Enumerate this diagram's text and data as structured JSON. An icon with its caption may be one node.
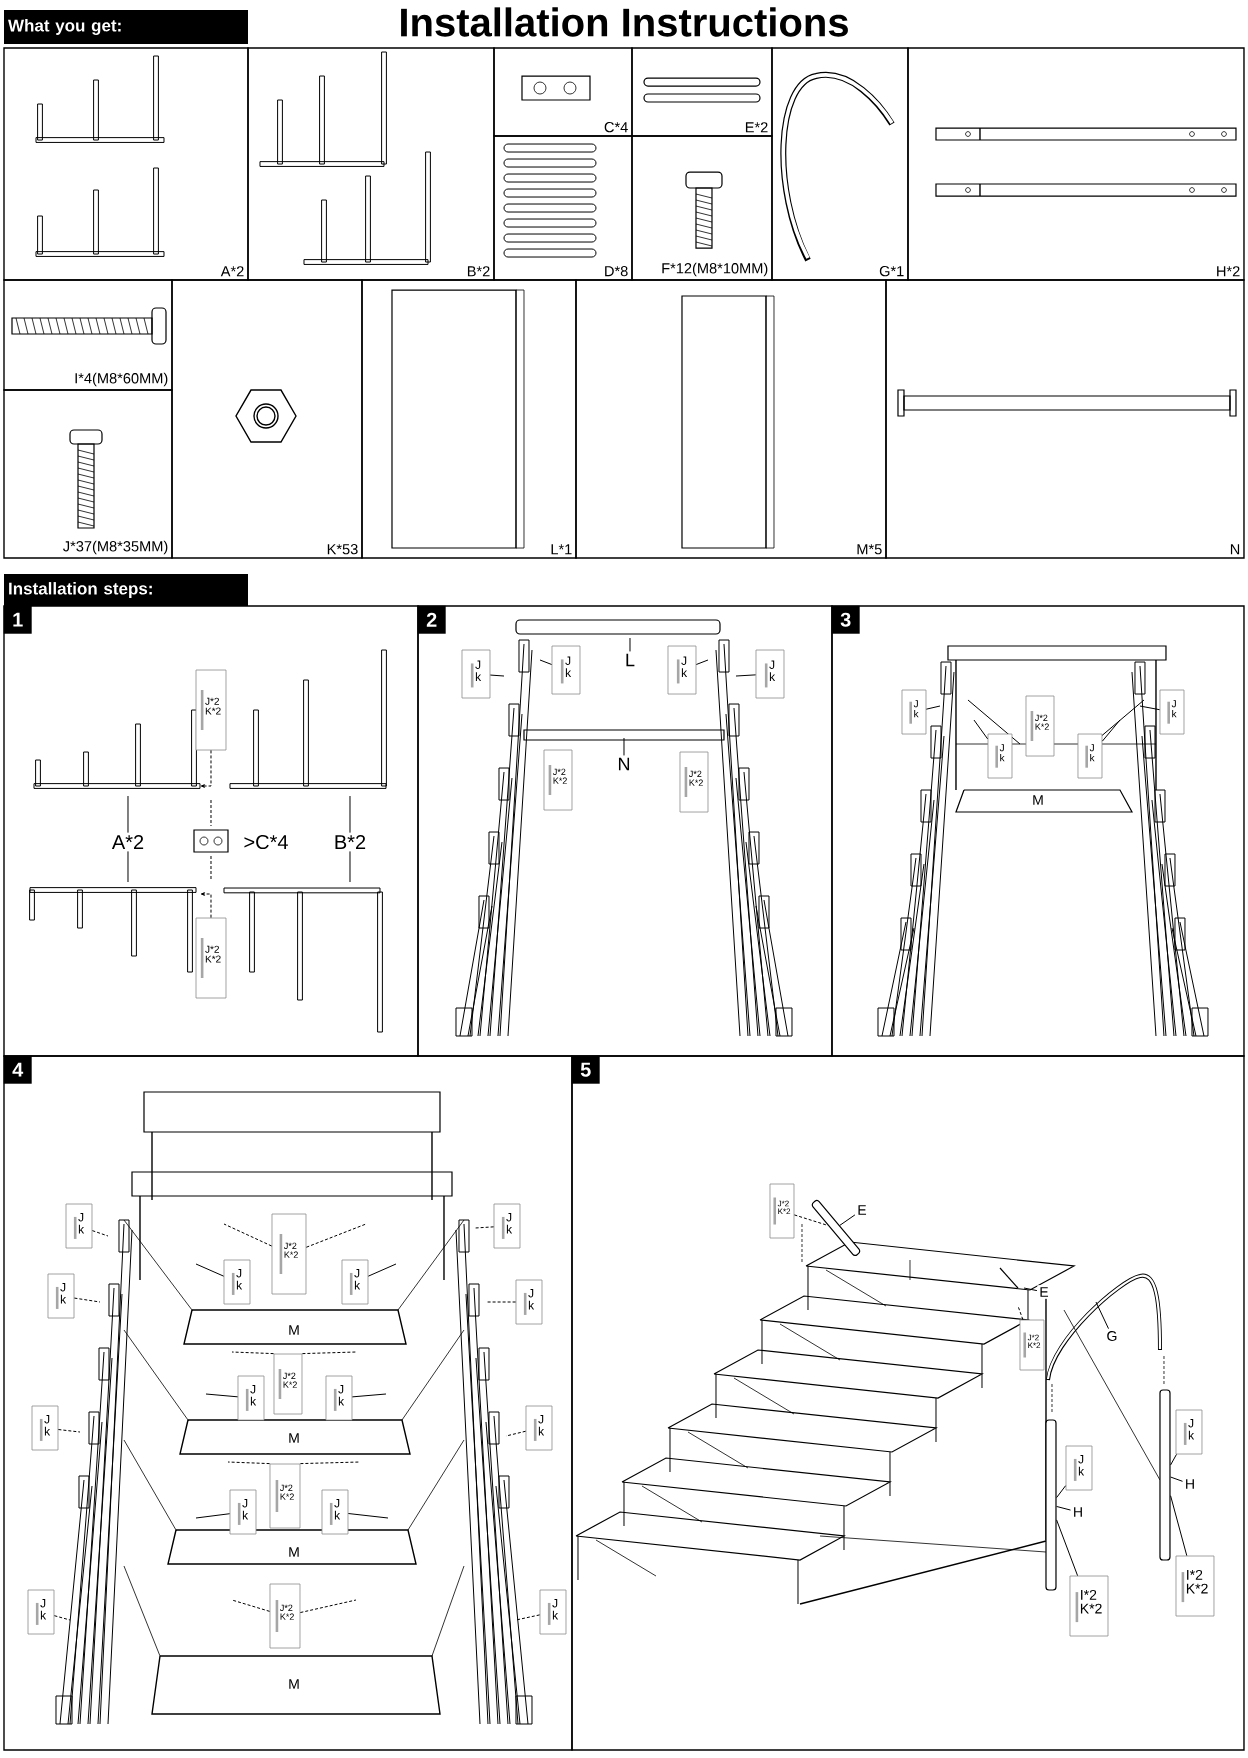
{
  "diagram": {
    "title": "Installation Instructions",
    "nodes": [
      {
        "text": [
          "What you get:"
        ]
      },
      {
        "text": [
          "A*2"
        ]
      },
      {
        "text": [
          "B*2"
        ]
      },
      {
        "text": [
          "C*4"
        ]
      },
      {
        "text": [
          "E*2"
        ]
      },
      {
        "text": [
          "D*8"
        ]
      },
      {
        "text": [
          "F*12(M8*10MM)"
        ]
      },
      {
        "text": [
          "G*1"
        ]
      },
      {
        "text": [
          "H*2"
        ]
      },
      {
        "text": [
          "I*4(M8*60MM)"
        ]
      },
      {
        "text": [
          "J*37(M8*35MM)"
        ]
      },
      {
        "text": [
          "K*53"
        ]
      },
      {
        "text": [
          "L*1"
        ]
      },
      {
        "text": [
          "M*5"
        ]
      },
      {
        "text": [
          "N"
        ]
      },
      {
        "text": [
          "Installation steps:"
        ]
      },
      {
        "text": [
          "1"
        ]
      },
      {
        "text": [
          "2"
        ]
      },
      {
        "text": [
          "3"
        ]
      },
      {
        "text": [
          "4"
        ]
      },
      {
        "text": [
          "5"
        ]
      },
      {
        "text": [
          "J*2",
          "K*2"
        ],
        "in": 16
      },
      {
        "text": [
          "J*2",
          "K*2"
        ],
        "in": 16
      },
      {
        "text": [
          "A*2"
        ],
        "in": 16
      },
      {
        "text": [
          ">C*4"
        ],
        "in": 16
      },
      {
        "text": [
          "B*2"
        ],
        "in": 16
      },
      {
        "text": [
          "J",
          "k"
        ],
        "in": 17
      },
      {
        "text": [
          "J",
          "k"
        ],
        "in": 17
      },
      {
        "text": [
          "J",
          "k"
        ],
        "in": 17
      },
      {
        "text": [
          "J",
          "k"
        ],
        "in": 17
      },
      {
        "text": [
          "J*2",
          "K*2"
        ],
        "in": 17
      },
      {
        "text": [
          "J*2",
          "K*2"
        ],
        "in": 17
      },
      {
        "text": [
          "L"
        ],
        "in": 17
      },
      {
        "text": [
          "N"
        ],
        "in": 17
      },
      {
        "text": [
          "J",
          "k"
        ],
        "in": 18
      },
      {
        "text": [
          "J",
          "k"
        ],
        "in": 18
      },
      {
        "text": [
          "J*2",
          "K*2"
        ],
        "in": 18
      },
      {
        "text": [
          "J",
          "k"
        ],
        "in": 18
      },
      {
        "text": [
          "J",
          "k"
        ],
        "in": 18
      },
      {
        "text": [
          "M"
        ],
        "in": 18
      },
      {
        "text": [
          "J",
          "k"
        ],
        "in": 19
      },
      {
        "text": [
          "J",
          "k"
        ],
        "in": 19
      },
      {
        "text": [
          "J",
          "k"
        ],
        "in": 19
      },
      {
        "text": [
          "J",
          "k"
        ],
        "in": 19
      },
      {
        "text": [
          "J",
          "k"
        ],
        "in": 19
      },
      {
        "text": [
          "J",
          "k"
        ],
        "in": 19
      },
      {
        "text": [
          "J",
          "k"
        ],
        "in": 19
      },
      {
        "text": [
          "J",
          "k"
        ],
        "in": 19
      },
      {
        "text": [
          "J*2",
          "K*2"
        ],
        "in": 19
      },
      {
        "text": [
          "J",
          "k"
        ],
        "in": 19
      },
      {
        "text": [
          "J",
          "k"
        ],
        "in": 19
      },
      {
        "text": [
          "J*2",
          "K*2"
        ],
        "in": 19
      },
      {
        "text": [
          "J",
          "k"
        ],
        "in": 19
      },
      {
        "text": [
          "J",
          "k"
        ],
        "in": 19
      },
      {
        "text": [
          "J*2",
          "K*2"
        ],
        "in": 19
      },
      {
        "text": [
          "J",
          "k"
        ],
        "in": 19
      },
      {
        "text": [
          "J",
          "k"
        ],
        "in": 19
      },
      {
        "text": [
          "J*2",
          "K*2"
        ],
        "in": 19
      },
      {
        "text": [
          "M"
        ],
        "in": 19
      },
      {
        "text": [
          "M"
        ],
        "in": 19
      },
      {
        "text": [
          "M"
        ],
        "in": 19
      },
      {
        "text": [
          "M"
        ],
        "in": 19
      },
      {
        "text": [
          "J*2",
          "K*2"
        ],
        "in": 20
      },
      {
        "text": [
          "E"
        ],
        "in": 20
      },
      {
        "text": [
          "J*2",
          "K*2"
        ],
        "in": 20
      },
      {
        "text": [
          "E"
        ],
        "in": 20
      },
      {
        "text": [
          "G"
        ],
        "in": 20
      },
      {
        "text": [
          "J",
          "k"
        ],
        "in": 20
      },
      {
        "text": [
          "H"
        ],
        "in": 20
      },
      {
        "text": [
          "I*2",
          "K*2"
        ],
        "in": 20
      },
      {
        "text": [
          "J",
          "k"
        ],
        "in": 20
      },
      {
        "text": [
          "H"
        ],
        "in": 20
      },
      {
        "text": [
          "I*2",
          "K*2"
        ],
        "in": 20
      },
      {
        "text": [],
        "shape": "bar",
        "in": 20
      },
      {
        "text": [],
        "shape": "bar",
        "in": 20
      },
      {
        "text": [],
        "shape": "bar",
        "in": 20
      }
    ],
    "edges": [
      {
        "from": 21,
        "to": null,
        "arrow": "to",
        "style": "dashed"
      },
      {
        "from": 22,
        "to": null,
        "arrow": "to",
        "style": "dashed"
      },
      {
        "from": 23,
        "to": null,
        "arrow": "none"
      },
      {
        "from": 23,
        "to": null,
        "arrow": "none"
      },
      {
        "from": 25,
        "to": null,
        "arrow": "none"
      },
      {
        "from": 25,
        "to": null,
        "arrow": "none"
      },
      {
        "from": 26,
        "to": null,
        "arrow": "none"
      },
      {
        "from": 27,
        "to": null,
        "arrow": "none"
      },
      {
        "from": 28,
        "to": null,
        "arrow": "none"
      },
      {
        "from": 29,
        "to": null,
        "arrow": "none"
      },
      {
        "from": 32,
        "to": null,
        "arrow": "none"
      },
      {
        "from": 33,
        "to": null,
        "arrow": "none"
      },
      {
        "from": 34,
        "to": null,
        "arrow": "none"
      },
      {
        "from": 35,
        "to": null,
        "arrow": "none"
      },
      {
        "from": 37,
        "to": null,
        "arrow": "none"
      },
      {
        "from": 38,
        "to": null,
        "arrow": "none"
      },
      {
        "from": 40,
        "to": null,
        "arrow": "none",
        "style": "dashed"
      },
      {
        "from": 41,
        "to": null,
        "arrow": "none",
        "style": "dashed"
      },
      {
        "from": 42,
        "to": null,
        "arrow": "none",
        "style": "dashed"
      },
      {
        "from": 43,
        "to": null,
        "arrow": "none",
        "style": "dashed"
      },
      {
        "from": 44,
        "to": null,
        "arrow": "none",
        "style": "dashed"
      },
      {
        "from": 45,
        "to": null,
        "arrow": "none",
        "style": "dashed"
      },
      {
        "from": 46,
        "to": null,
        "arrow": "none",
        "style": "dashed"
      },
      {
        "from": 47,
        "to": null,
        "arrow": "none",
        "style": "dashed"
      },
      {
        "from": 48,
        "to": null,
        "arrow": "none",
        "style": "dashed"
      },
      {
        "from": 48,
        "to": null,
        "arrow": "none",
        "style": "dashed"
      },
      {
        "from": 49,
        "to": null,
        "arrow": "none"
      },
      {
        "from": 50,
        "to": null,
        "arrow": "none"
      },
      {
        "from": 51,
        "to": null,
        "arrow": "none",
        "style": "dashed"
      },
      {
        "from": 51,
        "to": null,
        "arrow": "none",
        "style": "dashed"
      },
      {
        "from": 52,
        "to": null,
        "arrow": "none"
      },
      {
        "from": 53,
        "to": null,
        "arrow": "none"
      },
      {
        "from": 54,
        "to": null,
        "arrow": "none",
        "style": "dashed"
      },
      {
        "from": 54,
        "to": null,
        "arrow": "none",
        "style": "dashed"
      },
      {
        "from": 55,
        "to": null,
        "arrow": "none"
      },
      {
        "from": 56,
        "to": null,
        "arrow": "none"
      },
      {
        "from": 57,
        "to": null,
        "arrow": "none",
        "style": "dashed"
      },
      {
        "from": 57,
        "to": null,
        "arrow": "none",
        "style": "dashed"
      },
      {
        "from": 62,
        "to": 75,
        "arrow": "none",
        "style": "dashed"
      },
      {
        "from": 63,
        "to": 75,
        "arrow": "none"
      },
      {
        "from": 64,
        "to": null,
        "arrow": "none",
        "style": "dashed"
      },
      {
        "from": 65,
        "to": null,
        "arrow": "none"
      },
      {
        "from": 66,
        "to": null,
        "arrow": "none"
      },
      {
        "from": 67,
        "to": 73,
        "arrow": "none"
      },
      {
        "from": 68,
        "to": 73,
        "arrow": "none"
      },
      {
        "from": 69,
        "to": 73,
        "arrow": "none"
      },
      {
        "from": 70,
        "to": 74,
        "arrow": "none"
      },
      {
        "from": 71,
        "to": 74,
        "arrow": "none"
      },
      {
        "from": 72,
        "to": 74,
        "arrow": "none"
      }
    ]
  }
}
